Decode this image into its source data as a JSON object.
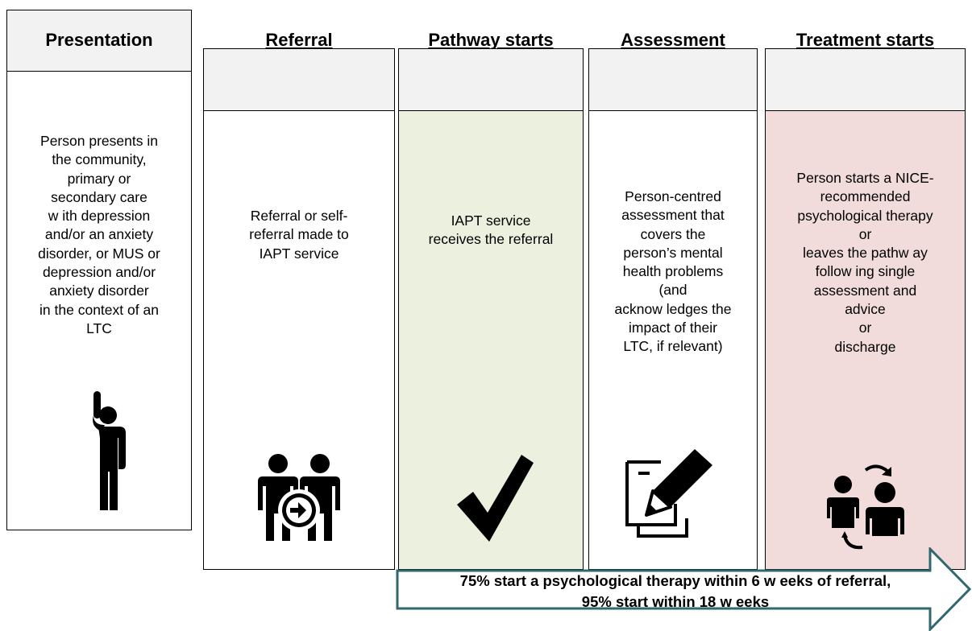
{
  "stages": [
    {
      "title": "Presentation",
      "lines": [
        "Person presents in",
        "the community,",
        "primary or",
        "secondary care",
        "w ith depression",
        "and/or an anxiety",
        "disorder, or MUS or",
        "depression and/or",
        "anxiety disorder",
        "in the context of an",
        "LTC"
      ],
      "icon": "person-raising-hand-icon"
    },
    {
      "title": "Referral",
      "lines": [
        "Referral or self-",
        "referral made to",
        "IAPT service"
      ],
      "icon": "people-referral-arrow-icon"
    },
    {
      "title": "Pathway starts",
      "lines": [
        "IAPT service",
        "receives the referral"
      ],
      "icon": "checkmark-icon"
    },
    {
      "title": "Assessment",
      "lines": [
        "Person-centred",
        "assessment that",
        "covers the",
        "person’s mental",
        "health problems",
        "(and",
        "acknow ledges the",
        "impact of their",
        "LTC, if relevant)"
      ],
      "icon": "document-pencil-icon"
    },
    {
      "title": "Treatment starts",
      "lines": [
        "Person starts a NICE-",
        "recommended",
        "psychological therapy",
        "or",
        "leaves the pathw ay",
        "follow ing single",
        "assessment and",
        "advice",
        "or",
        "discharge"
      ],
      "icon": "people-exchange-icon"
    }
  ],
  "target": {
    "line1": "75% start a psychological therapy within 6 w eeks of referral,",
    "line2": "95% start within 18 w eeks"
  },
  "colors": {
    "header_fill": "#f2f2f2",
    "pathway_fill": "#ebf1de",
    "treatment_fill": "#f2dcdb",
    "arrow_border": "#31676e"
  }
}
